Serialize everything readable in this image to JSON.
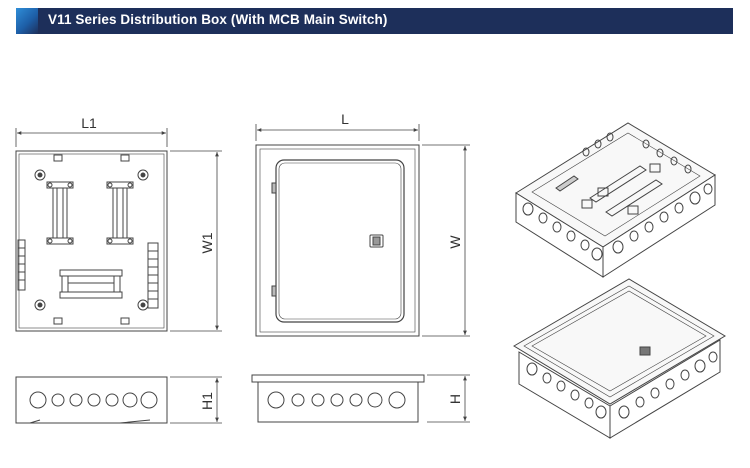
{
  "header": {
    "title": "V11 Series Distribution Box (With MCB Main Switch)"
  },
  "dimensions": {
    "L1": "L1",
    "W1": "W1",
    "H1": "H1",
    "L": "L",
    "W": "W",
    "H": "H"
  },
  "colors": {
    "banner": "#1d2f5a",
    "accent": "#2f8ed8",
    "line": "#444444"
  }
}
